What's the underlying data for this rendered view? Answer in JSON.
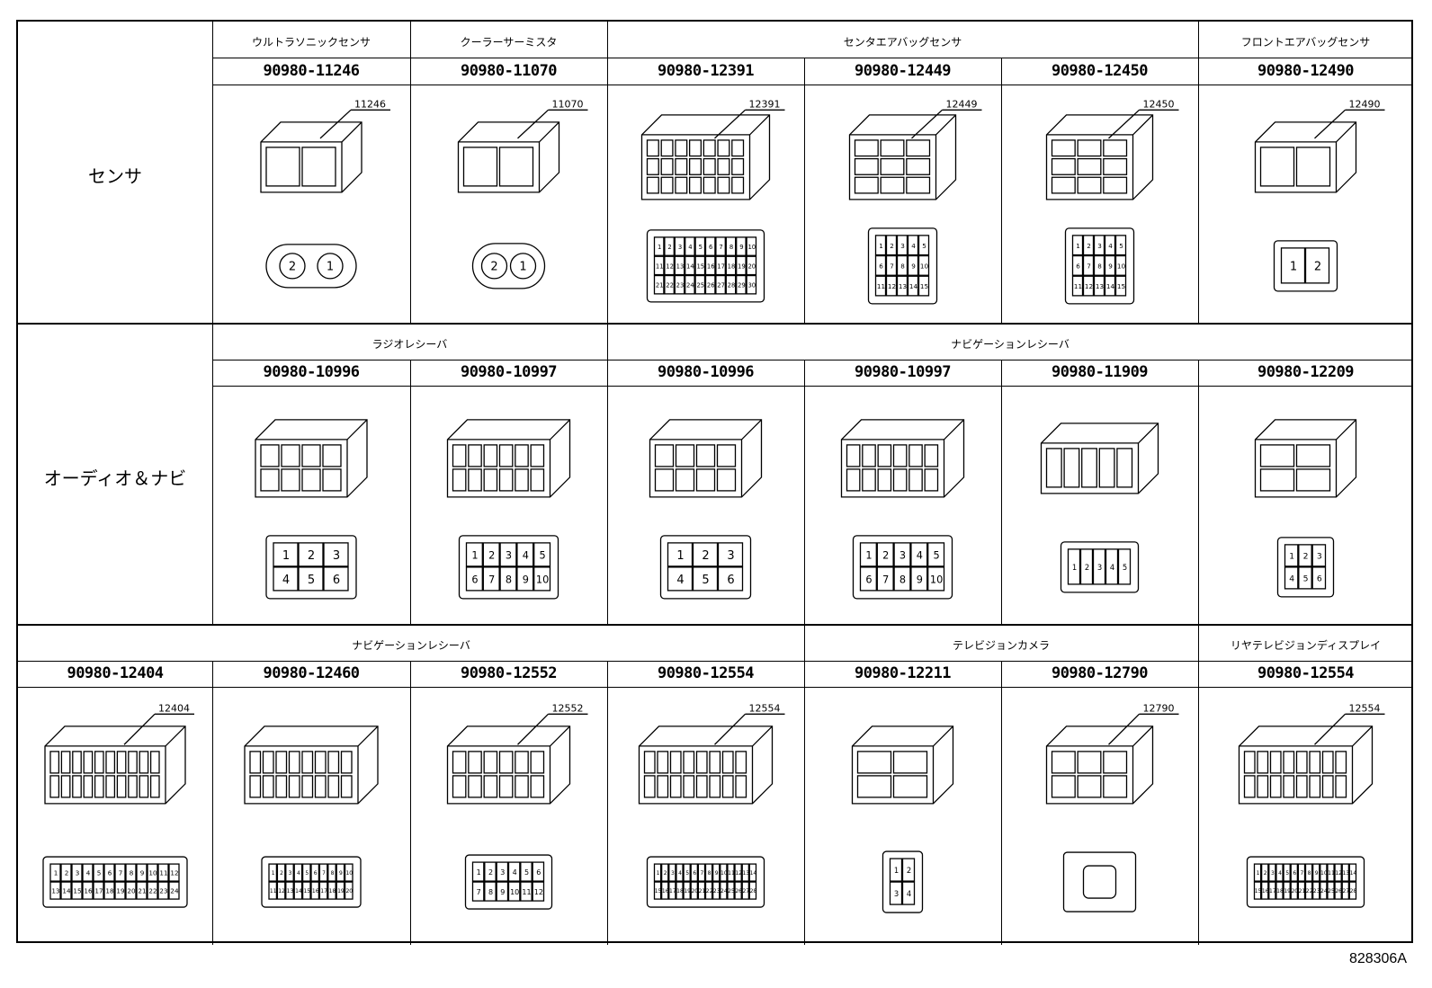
{
  "groups": [
    "センサ",
    "オーディオ＆ナビ"
  ],
  "sections": [
    {
      "captions": [
        {
          "text": "ウルトラソニックセンサ"
        },
        {
          "text": "クーラーサーミスタ"
        },
        {
          "text": "センタエアバッグセンサ"
        },
        {
          "text": "フロントエアバッグセンサ"
        }
      ],
      "parts": [
        {
          "number": "90980-11246",
          "callout": "11246",
          "pins": [
            "2",
            "1"
          ]
        },
        {
          "number": "90980-11070",
          "callout": "11070",
          "pins": [
            "2",
            "1"
          ]
        },
        {
          "number": "90980-12391",
          "callout": "12391",
          "pins": [
            "1",
            "2",
            "3",
            "4",
            "5",
            "6",
            "7",
            "8",
            "9",
            "10",
            "11",
            "12",
            "13",
            "14",
            "15",
            "16",
            "17",
            "18",
            "19",
            "20",
            "21",
            "22",
            "23",
            "24",
            "25",
            "26",
            "27",
            "28",
            "29",
            "30"
          ]
        },
        {
          "number": "90980-12449",
          "callout": "12449",
          "pins": [
            "1",
            "2",
            "3",
            "4",
            "5",
            "6",
            "7",
            "8",
            "9",
            "10",
            "11",
            "12",
            "13",
            "14",
            "15"
          ]
        },
        {
          "number": "90980-12450",
          "callout": "12450",
          "pins": [
            "1",
            "2",
            "3",
            "4",
            "5",
            "6",
            "7",
            "8",
            "9",
            "10",
            "11",
            "12",
            "13",
            "14",
            "15"
          ]
        },
        {
          "number": "90980-12490",
          "callout": "12490",
          "pins": [
            "1",
            "2"
          ]
        }
      ]
    },
    {
      "captions": [
        {
          "text": "ラジオレシーバ"
        },
        {
          "text": "ナビゲーションレシーバ"
        }
      ],
      "parts": [
        {
          "number": "90980-10996",
          "pins": [
            "1",
            "2",
            "3",
            "4",
            "5",
            "6"
          ]
        },
        {
          "number": "90980-10997",
          "pins": [
            "1",
            "2",
            "3",
            "4",
            "5",
            "6",
            "7",
            "8",
            "9",
            "10"
          ]
        },
        {
          "number": "90980-10996",
          "pins": [
            "1",
            "2",
            "3",
            "4",
            "5",
            "6"
          ]
        },
        {
          "number": "90980-10997",
          "pins": [
            "1",
            "2",
            "3",
            "4",
            "5",
            "6",
            "7",
            "8",
            "9",
            "10"
          ]
        },
        {
          "number": "90980-11909",
          "pins": [
            "1",
            "2",
            "3",
            "4",
            "5"
          ]
        },
        {
          "number": "90980-12209",
          "pins": [
            "1",
            "2",
            "3",
            "4",
            "5",
            "6"
          ]
        }
      ]
    },
    {
      "captions": [
        {
          "text": "ナビゲーションレシーバ"
        },
        {
          "text": "テレビジョンカメラ"
        },
        {
          "text": "リヤテレビジョンディスプレイ"
        }
      ],
      "parts": [
        {
          "number": "90980-12404",
          "callout": "12404",
          "pins": [
            "1",
            "2",
            "3",
            "4",
            "5",
            "6",
            "7",
            "8",
            "9",
            "10",
            "11",
            "12",
            "13",
            "14",
            "15",
            "16",
            "17",
            "18",
            "19",
            "20",
            "21",
            "22",
            "23",
            "24"
          ]
        },
        {
          "number": "90980-12460",
          "pins": [
            "1",
            "2",
            "3",
            "4",
            "5",
            "6",
            "7",
            "8",
            "9",
            "10",
            "11",
            "12",
            "13",
            "14",
            "15",
            "16",
            "17",
            "18",
            "19",
            "20"
          ]
        },
        {
          "number": "90980-12552",
          "callout": "12552",
          "pins": [
            "1",
            "2",
            "3",
            "4",
            "5",
            "6",
            "7",
            "8",
            "9",
            "10",
            "11",
            "12"
          ]
        },
        {
          "number": "90980-12554",
          "callout": "12554",
          "pins": [
            "1",
            "2",
            "3",
            "4",
            "5",
            "6",
            "7",
            "8",
            "9",
            "10",
            "11",
            "12",
            "13",
            "14",
            "15",
            "16",
            "17",
            "18",
            "19",
            "20",
            "21",
            "22",
            "23",
            "24",
            "25",
            "26",
            "27",
            "28"
          ]
        },
        {
          "number": "90980-12211",
          "pins": [
            "1",
            "2",
            "3",
            "4"
          ]
        },
        {
          "number": "90980-12790",
          "callout": "12790",
          "pins": []
        },
        {
          "number": "90980-12554",
          "callout": "12554",
          "pins": [
            "1",
            "2",
            "3",
            "4",
            "5",
            "6",
            "7",
            "8",
            "9",
            "10",
            "11",
            "12",
            "13",
            "14",
            "15",
            "16",
            "17",
            "18",
            "19",
            "20",
            "21",
            "22",
            "23",
            "24",
            "25",
            "26",
            "27",
            "28"
          ]
        }
      ]
    }
  ],
  "footer_code": "828306A"
}
